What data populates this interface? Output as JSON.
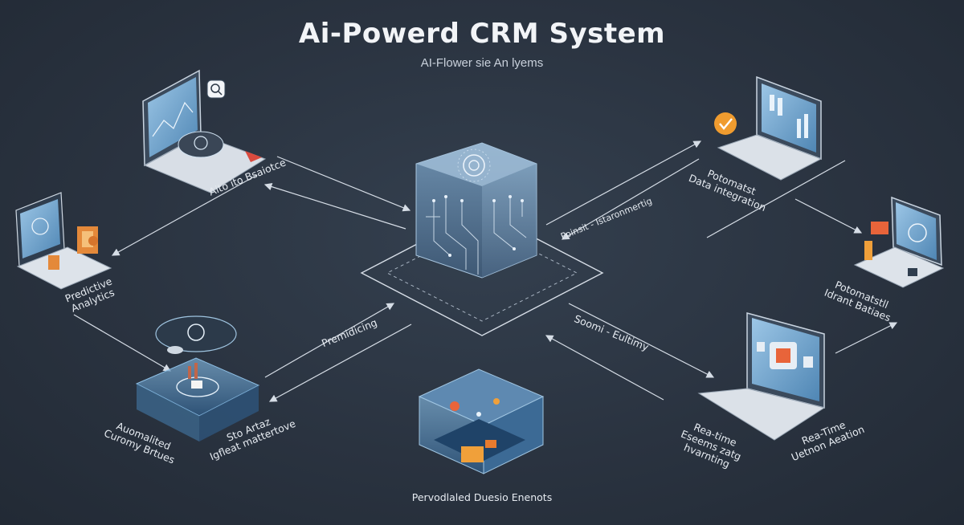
{
  "header": {
    "title": "Ai-Powerd CRM System",
    "subtitle": "AI-Flower sie An lyems"
  },
  "nodes": {
    "top_left": {
      "label": "Aito ito Bsaiotce"
    },
    "left": {
      "label_line1": "Predictive",
      "label_line2": "Analytics"
    },
    "top_right": {
      "label_line1": "Potomatst",
      "label_line2": "Data integration"
    },
    "right": {
      "label_line1": "Potomatstll",
      "label_line2": "Idrant Batiaes"
    },
    "bottom_left": {
      "label_line1": "Auomalited",
      "label_line2": "Curomy Brtues"
    },
    "bottom_left_mid": {
      "label_line1": "Sto Artaz",
      "label_line2": "Igfleat mattertove"
    },
    "bottom_right_mid": {
      "label_line1": "Rea-time",
      "label_line2": "Eseems zatg hvarnting"
    },
    "bottom_right": {
      "label_line1": "Rea-Time",
      "label_line2": "Uetnon Aeation"
    }
  },
  "connectors": {
    "upper_right_label": "Poinsit - Istaronmertig",
    "lower_left_label": "Premidicing",
    "lower_right_label": "Soomi - Eultimy"
  },
  "footer": {
    "label": "Pervodlaled Duesio Enenots"
  },
  "colors": {
    "background": "#2a3340",
    "accent_blue": "#6fb8e6",
    "accent_orange": "#f0a03a",
    "line": "#d6dde6"
  }
}
